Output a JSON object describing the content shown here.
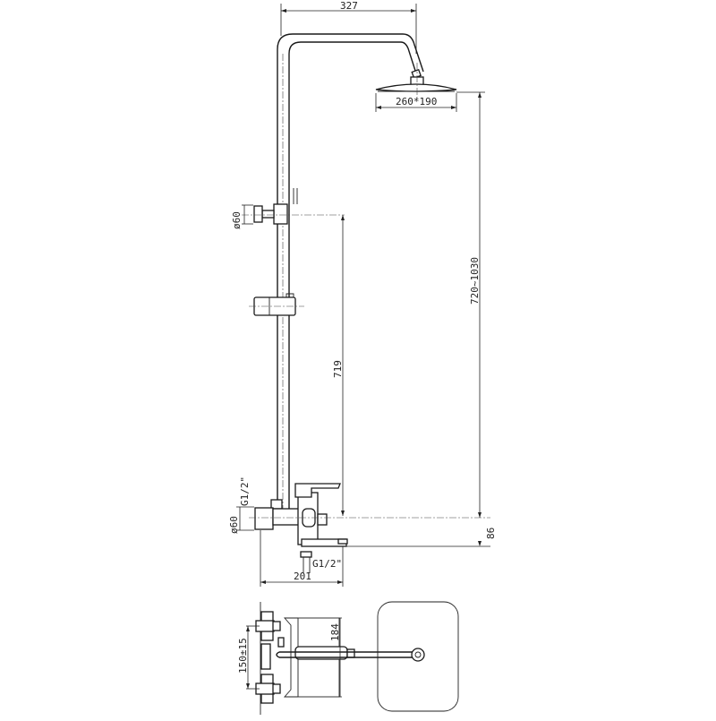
{
  "drawing": {
    "title": "Shower column system technical drawing",
    "views": [
      "front-elevation",
      "top-plan"
    ],
    "dimensions": {
      "arm_reach": "327",
      "head_size": "260*190",
      "bracket_diameter_top": "ø60",
      "slide_height": "719",
      "column_height_range": "720~1030",
      "inlet_thread_top": "G1/2\"",
      "bracket_diameter_bottom": "ø60",
      "spout_drop": "86",
      "outlet_thread": "G1/2\"",
      "mixer_projection": "201",
      "inlet_spacing": "150±15",
      "mixer_depth": "184"
    }
  }
}
